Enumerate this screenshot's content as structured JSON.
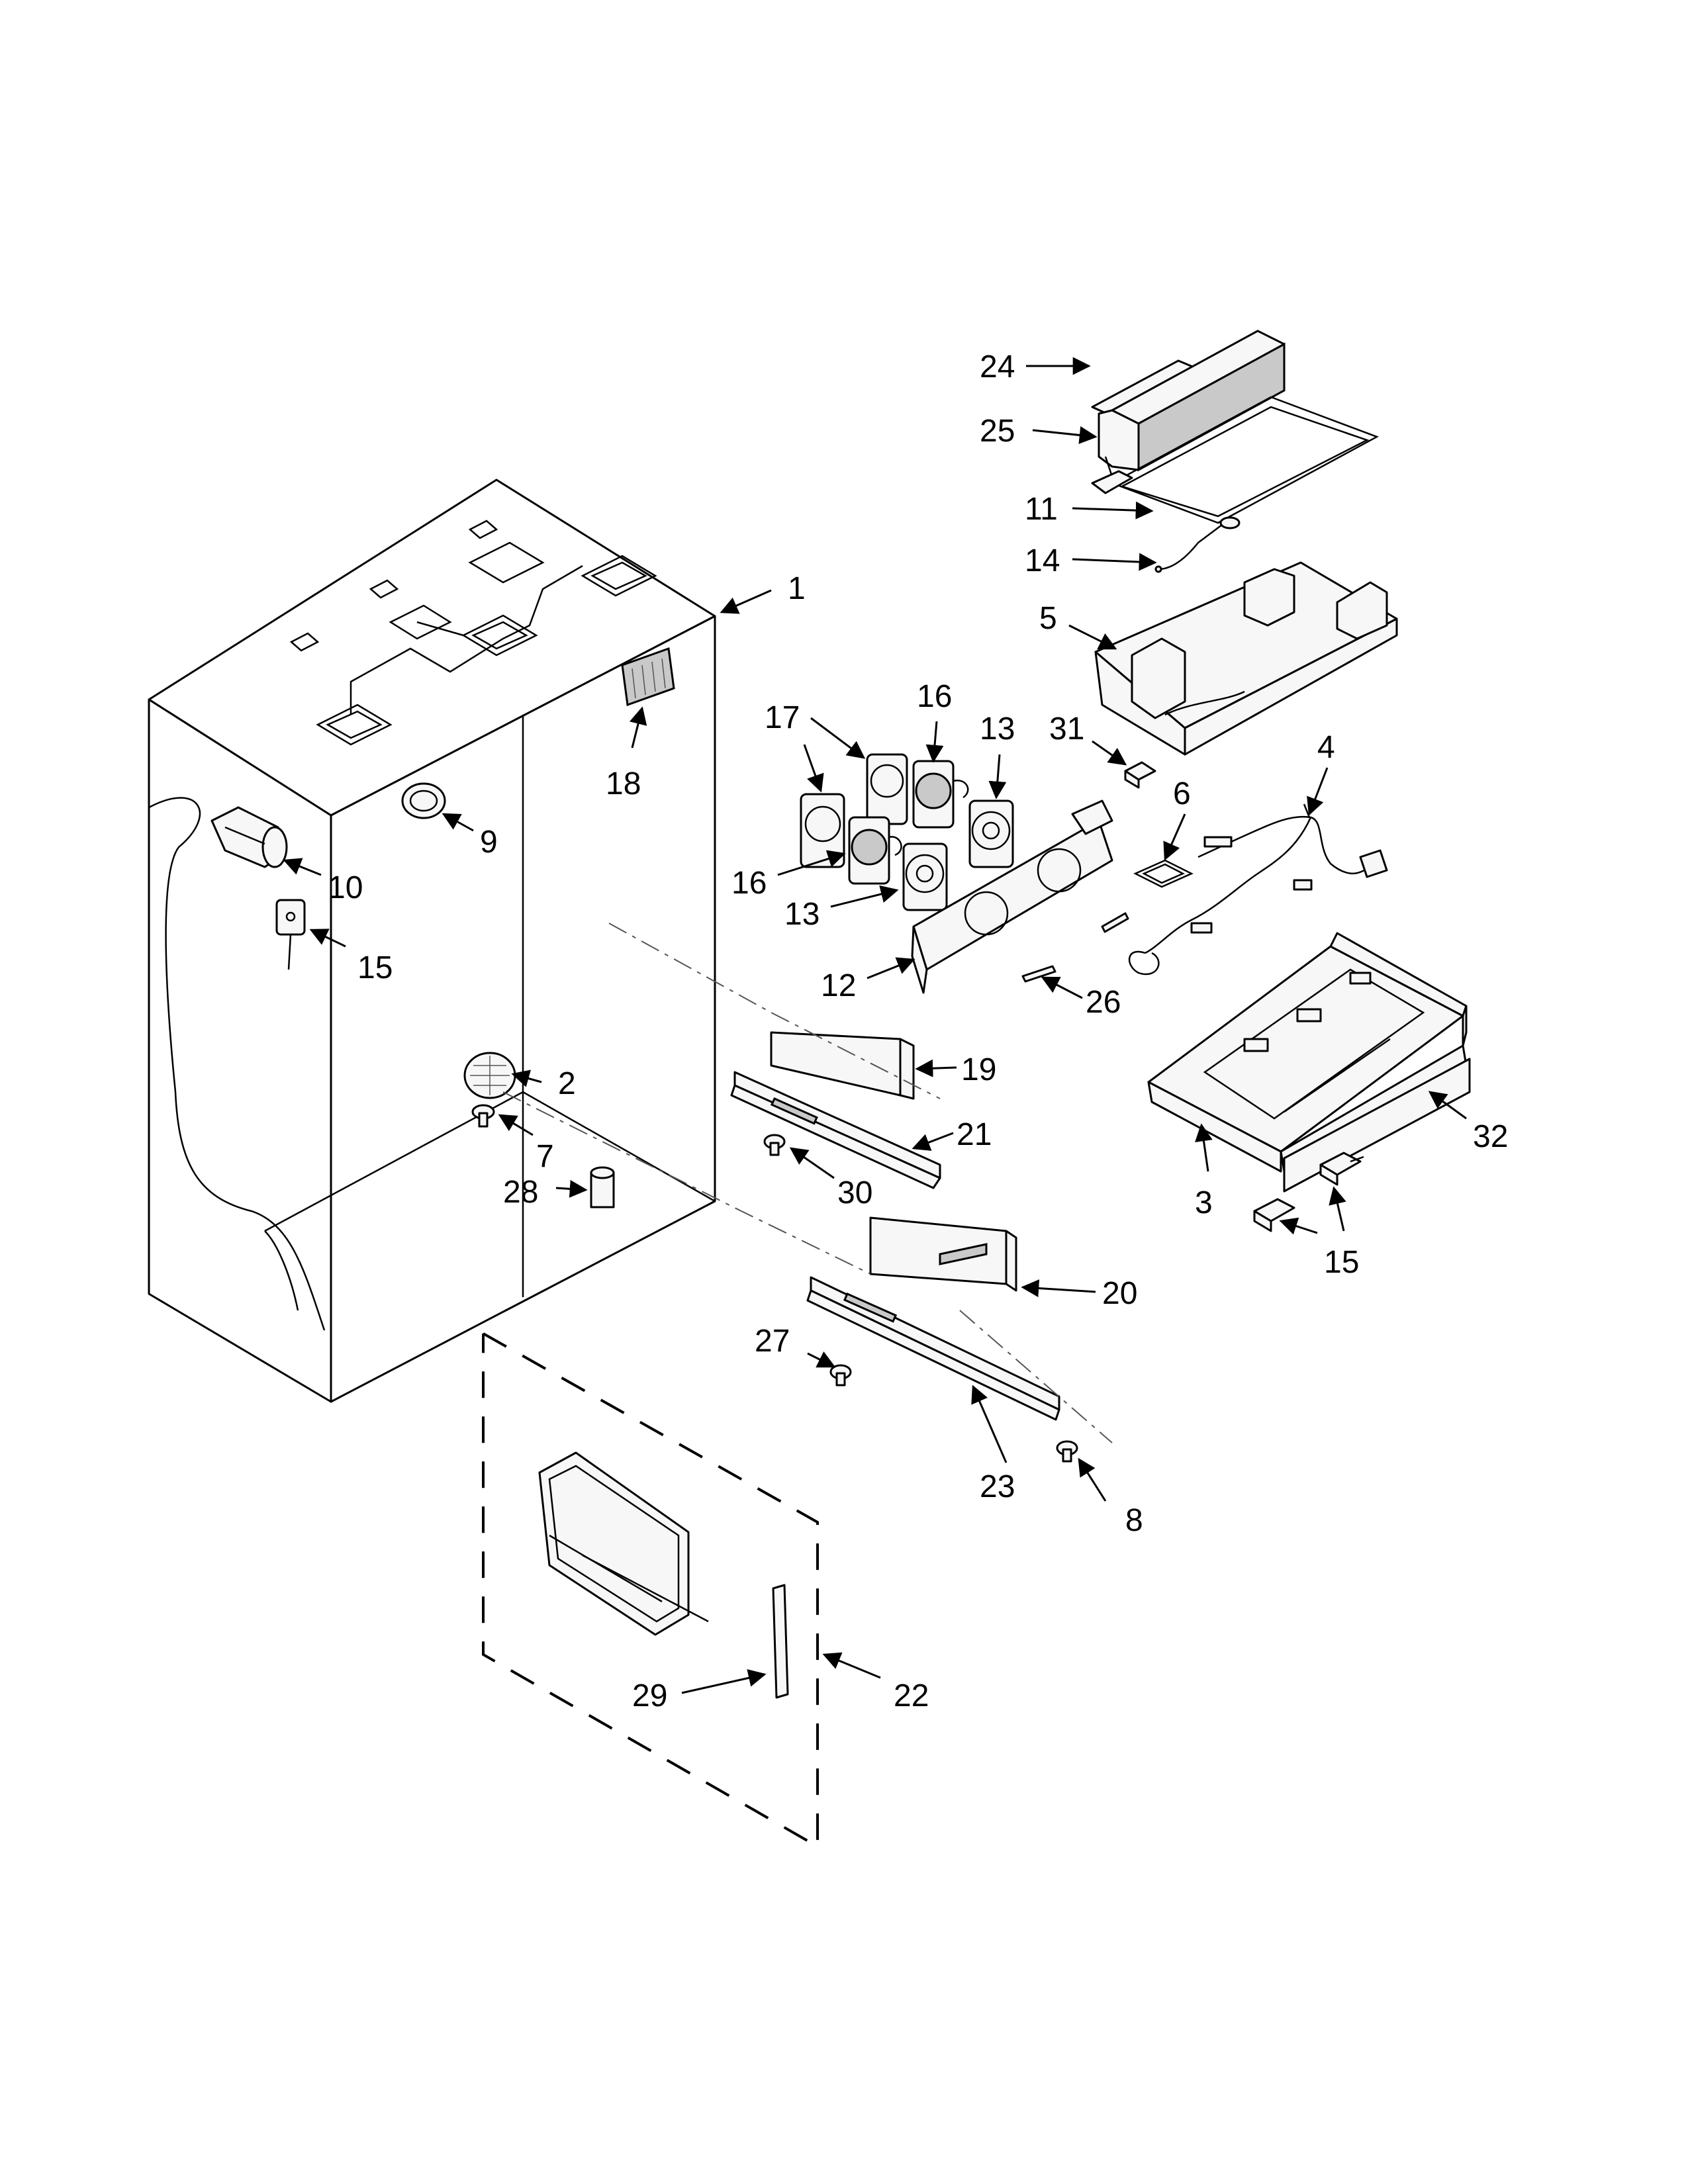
{
  "callouts": {
    "c1": "1",
    "c2": "2",
    "c3": "3",
    "c4": "4",
    "c5": "5",
    "c6": "6",
    "c7": "7",
    "c8": "8",
    "c9": "9",
    "c10": "10",
    "c11": "11",
    "c12": "12",
    "c13a": "13",
    "c13b": "13",
    "c14": "14",
    "c15a": "15",
    "c15b": "15",
    "c16a": "16",
    "c16b": "16",
    "c17": "17",
    "c18": "18",
    "c19": "19",
    "c20": "20",
    "c21": "21",
    "c22": "22",
    "c23": "23",
    "c24": "24",
    "c25": "25",
    "c26": "26",
    "c27": "27",
    "c28": "28",
    "c29": "29",
    "c30": "30",
    "c31": "31",
    "c32": "32"
  }
}
